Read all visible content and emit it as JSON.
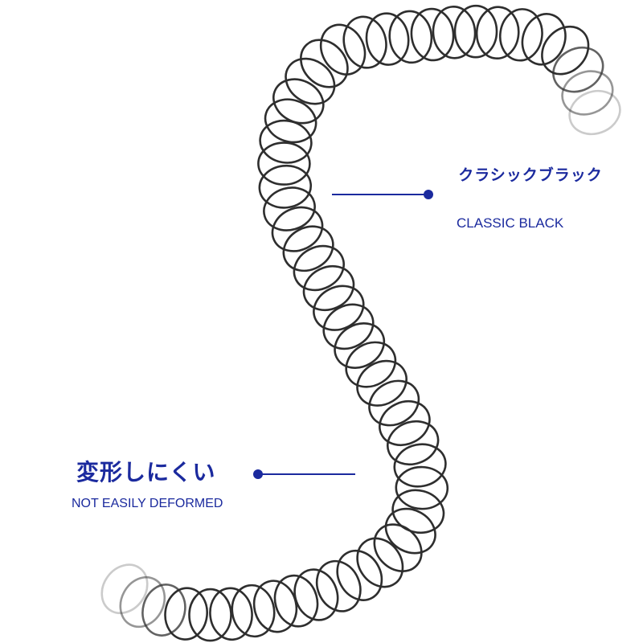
{
  "callouts": {
    "top": {
      "title": "クラシックブラック",
      "subtitle": "CLASSIC BLACK"
    },
    "bottom": {
      "title": "変形しにくい",
      "subtitle": "NOT EASILY DEFORMED"
    }
  },
  "colors": {
    "accent": "#1b2a9e",
    "ring": "#2e2e2e"
  }
}
